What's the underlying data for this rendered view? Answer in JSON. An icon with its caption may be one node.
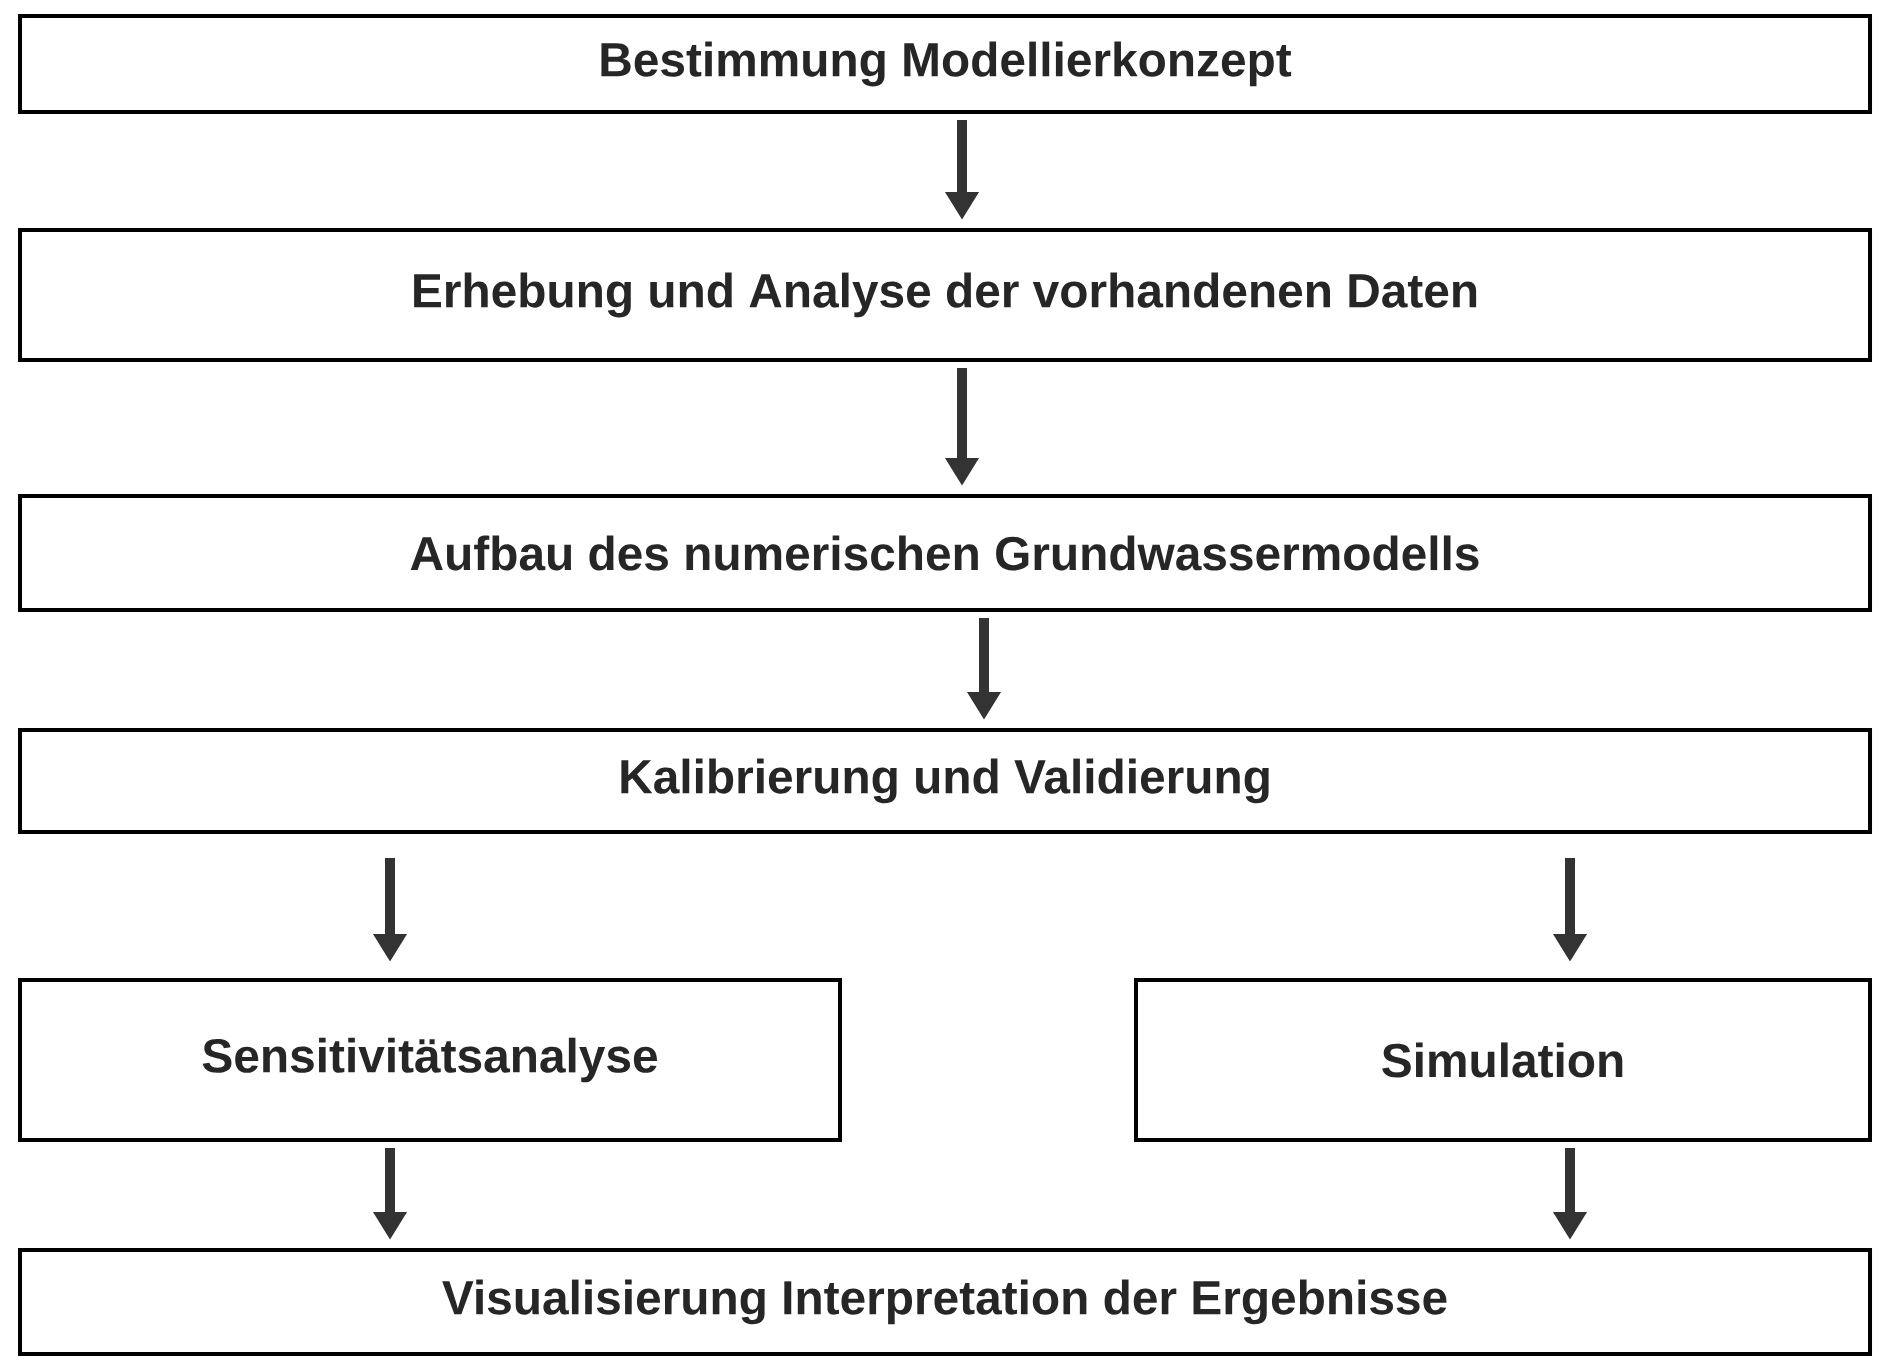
{
  "diagram": {
    "nodes": [
      {
        "text": [
          "Bestimmung Modellierkonzept"
        ]
      },
      {
        "text": [
          "Erhebung und Analyse der vorhandenen Daten"
        ]
      },
      {
        "text": [
          "Aufbau des numerischen Grundwassermodells"
        ]
      },
      {
        "text": [
          "Kalibrierung und Validierung"
        ]
      },
      {
        "text": [
          "Sensitivitätsanalyse"
        ]
      },
      {
        "text": [
          "Simulation"
        ]
      },
      {
        "text": [
          "Visualisierung Interpretation der Ergebnisse"
        ]
      }
    ],
    "edges": [
      {
        "from": 0,
        "to": 1,
        "arrow": "to"
      },
      {
        "from": 1,
        "to": 2,
        "arrow": "to"
      },
      {
        "from": 2,
        "to": 3,
        "arrow": "to"
      },
      {
        "from": 3,
        "to": 4,
        "arrow": "to"
      },
      {
        "from": 3,
        "to": 5,
        "arrow": "to"
      },
      {
        "from": 4,
        "to": 6,
        "arrow": "to"
      },
      {
        "from": 5,
        "to": 6,
        "arrow": "to"
      }
    ]
  }
}
